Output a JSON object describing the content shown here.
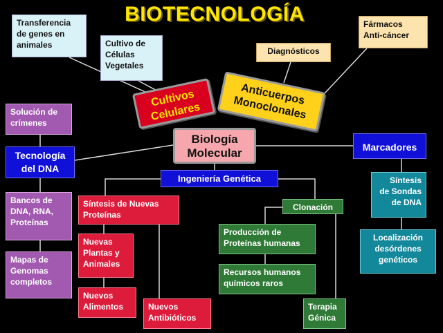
{
  "title": "BIOTECNOLOGÍA",
  "nodes": {
    "transferencia": "Transferencia\nde genes en\nanimales",
    "cultivo_celulas": "Cultivo de\nCélulas\nVegetales",
    "diagnosticos": "Diagnósticos",
    "farmacos": "Fármacos\nAnti-cáncer",
    "cultivos_celulares": "Cultivos\nCelulares",
    "anticuerpos": "Anticuerpos\nMonoclonales",
    "biologia_molecular": "Biología\nMolecular",
    "solucion_crimenes": "Solución de\ncrímenes",
    "tecnologia_dna": "Tecnología\ndel DNA",
    "marcadores": "Marcadores",
    "ingenieria_genetica": "Ingeniería Genética",
    "bancos": "Bancos  de\nDNA, RNA,\nProteínas",
    "mapas": "Mapas de\nGenomas\ncompletos",
    "sintesis_proteinas": "Síntesis de Nuevas\nProteínas",
    "nuevas_plantas": "Nuevas\nPlantas y\nAnimales",
    "nuevos_alimentos": "Nuevos\nAlimentos",
    "nuevos_antibioticos": "Nuevos\nAntibióticos",
    "clonacion": "Clonación",
    "produccion_proteinas": "Producción  de\nProteínas humanas",
    "recursos_humanos": "Recursos  humanos\nquímicos raros",
    "terapia_genica": "Terapia\nGénica",
    "sintesis_sondas": "Síntesis\nde Sondas\nde DNA",
    "localizacion": "Localización\ndesórdenes\ngenéticos"
  },
  "colors": {
    "title": "#ffe600",
    "red": "#dd1c3c",
    "green": "#2f7a36",
    "blue": "#1010d8",
    "purple": "#a259b0",
    "teal": "#13889b",
    "yellow": "#ffd11a",
    "pink": "#f6a7ad"
  }
}
